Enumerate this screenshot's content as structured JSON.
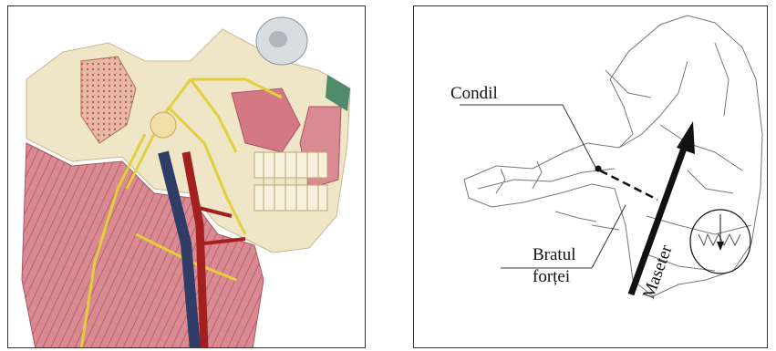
{
  "figure": {
    "labels": {
      "condyle": "Condil",
      "force_arm_line1": "Bratul",
      "force_arm_line2": "forței",
      "muscle": "Maseter"
    }
  }
}
